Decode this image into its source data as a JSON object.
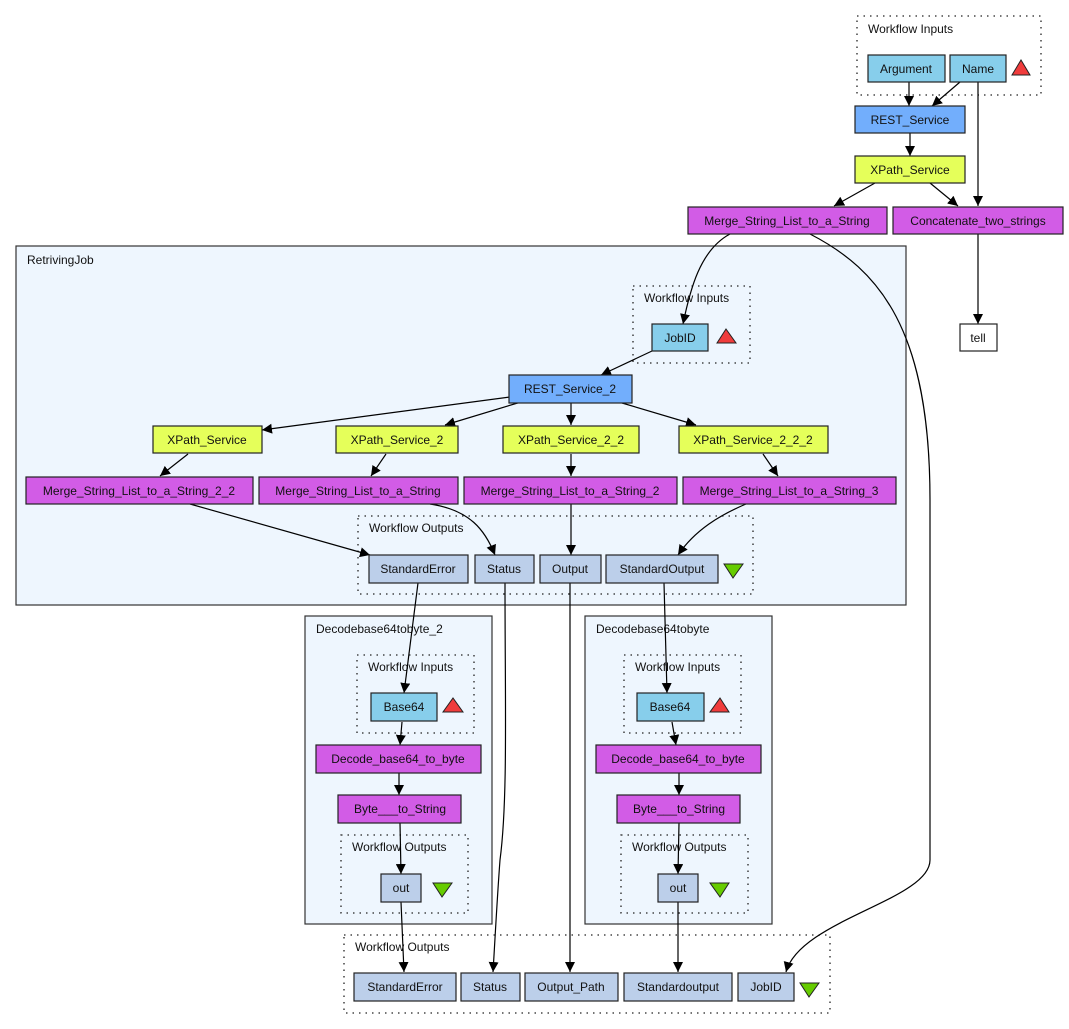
{
  "colors": {
    "input_port": "#87ceeb",
    "rest_service": "#72aefc",
    "xpath_service": "#e5ff5a",
    "local_worker": "#d25ce6",
    "output_port": "#bccfea",
    "plain": "#ffffff",
    "nested_bg": "#eef6fe",
    "input_marker": "#f03c3c",
    "output_marker": "#66cc00"
  },
  "clusters": {
    "top_inputs": "Workflow Inputs",
    "retriving_job": "RetrivingJob",
    "rj_inputs": "Workflow Inputs",
    "rj_outputs": "Workflow Outputs",
    "decode2": "Decodebase64tobyte_2",
    "decode2_inputs": "Workflow Inputs",
    "decode2_outputs": "Workflow Outputs",
    "decode1": "Decodebase64tobyte",
    "decode1_inputs": "Workflow Inputs",
    "decode1_outputs": "Workflow Outputs",
    "bottom_outputs": "Workflow Outputs"
  },
  "nodes": {
    "argument": "Argument",
    "name": "Name",
    "rest_service": "REST_Service",
    "xpath_service_top": "XPath_Service",
    "merge_top": "Merge_String_List_to_a_String",
    "concatenate": "Concatenate_two_strings",
    "tell": "tell",
    "rj_jobid": "JobID",
    "rest_service_2": "REST_Service_2",
    "rj_xpath_1": "XPath_Service",
    "rj_xpath_2": "XPath_Service_2",
    "rj_xpath_3": "XPath_Service_2_2",
    "rj_xpath_4": "XPath_Service_2_2_2",
    "rj_merge_1": "Merge_String_List_to_a_String_2_2",
    "rj_merge_2": "Merge_String_List_to_a_String",
    "rj_merge_3": "Merge_String_List_to_a_String_2",
    "rj_merge_4": "Merge_String_List_to_a_String_3",
    "rj_out_stderr": "StandardError",
    "rj_out_status": "Status",
    "rj_out_output": "Output",
    "rj_out_stdout": "StandardOutput",
    "d2_base64": "Base64",
    "d2_decode": "Decode_base64_to_byte",
    "d2_bytes": "Byte___to_String",
    "d2_out": "out",
    "d1_base64": "Base64",
    "d1_decode": "Decode_base64_to_byte",
    "d1_bytes": "Byte___to_String",
    "d1_out": "out",
    "out_stderr": "StandardError",
    "out_status": "Status",
    "out_output_path": "Output_Path",
    "out_stdout": "Standardoutput",
    "out_jobid": "JobID"
  },
  "markers": {
    "input_marker_icon": "triangle-up-icon",
    "output_marker_icon": "triangle-down-icon"
  }
}
